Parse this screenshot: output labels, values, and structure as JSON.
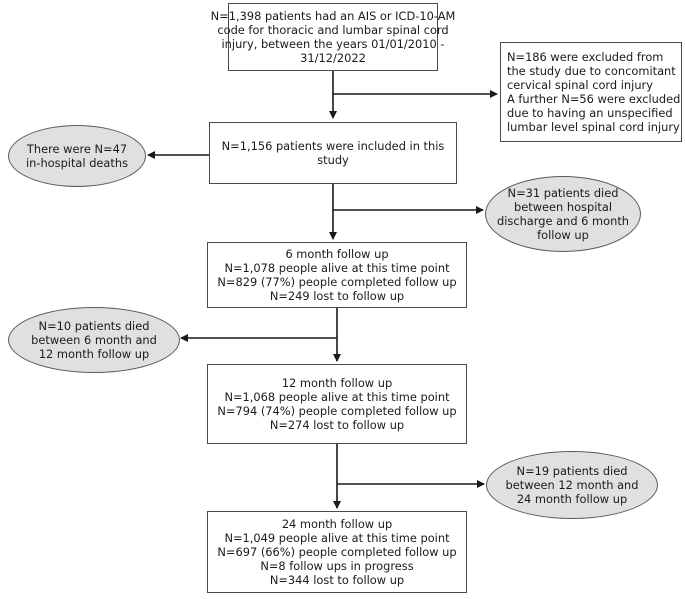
{
  "boxes": {
    "start": [
      "N=1,398 patients had an AIS or ICD-10-AM",
      "code for thoracic and lumbar spinal cord",
      "injury, between the years 01/01/2010 -",
      "31/12/2022"
    ],
    "excluded": [
      "N=186 were excluded from",
      "the study due to concomitant",
      "cervical spinal cord injury",
      "A further N=56 were excluded",
      "due to having an unspecified",
      "lumbar level spinal cord injury"
    ],
    "included": [
      "N=1,156 patients were included in this",
      "study"
    ],
    "fu6": [
      "6 month follow up",
      "N=1,078 people alive at this time point",
      "N=829 (77%) people completed follow up",
      "N=249 lost to follow up"
    ],
    "fu12": [
      "12 month follow up",
      "N=1,068 people alive at this time point",
      "N=794 (74%) people completed follow up",
      "N=274 lost to follow up"
    ],
    "fu24": [
      "24 month follow up",
      "N=1,049 people alive at this time point",
      "N=697 (66%) people completed follow up",
      "N=8 follow ups in progress",
      "N=344 lost to follow up"
    ]
  },
  "ellipses": {
    "inhospital": [
      "There were N=47",
      "in-hospital deaths"
    ],
    "died_discharge_6": [
      "N=31 patients died",
      "between hospital",
      "discharge and 6 month",
      "follow up"
    ],
    "died_6_12": [
      "N=10 patients died",
      "between 6 month and",
      "12 month follow up"
    ],
    "died_12_24": [
      "N=19 patients died",
      "between 12 month and",
      "24 month follow up"
    ]
  },
  "colors": {
    "ellipse_fill": "#e0e0e0",
    "stroke": "#1a1a1a"
  }
}
